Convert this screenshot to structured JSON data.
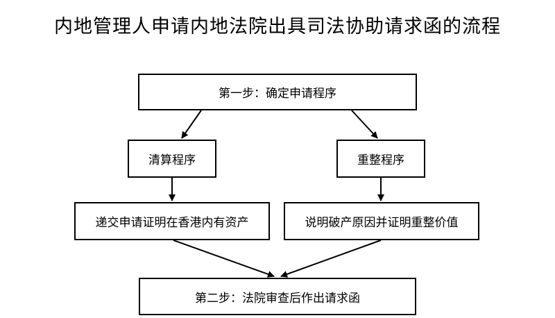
{
  "title": "内地管理人申请内地法院出具司法协助请求函的流程",
  "nodes": {
    "step1": "第一步：确定申请程序",
    "liquidation": "清算程序",
    "reorganization": "重整程序",
    "liquidation_detail": "递交申请证明在香港内有资产",
    "reorganization_detail": "说明破产原因并证明重整价值",
    "step2": "第二步：法院审查后作出请求函"
  }
}
